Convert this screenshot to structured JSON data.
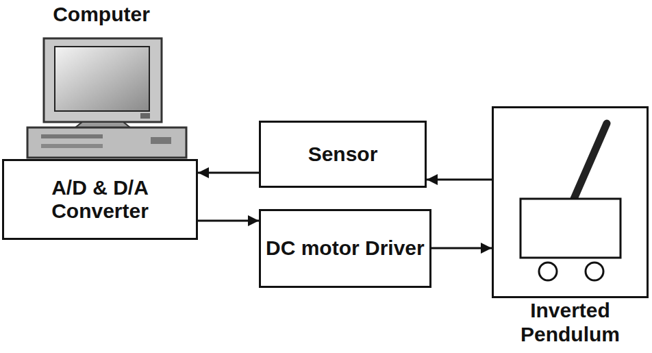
{
  "diagram": {
    "nodes": [
      {
        "text": [
          "A/D & D/A Converter"
        ]
      },
      {
        "text": [
          "Sensor"
        ]
      },
      {
        "text": [
          "DC motor Driver"
        ]
      },
      {
        "text": [
          "Inverted Pendulum"
        ]
      }
    ],
    "edges": [
      {
        "from": 3,
        "to": 1,
        "arrow": "to"
      },
      {
        "from": 1,
        "to": 0,
        "arrow": "to"
      },
      {
        "from": 0,
        "to": 2,
        "arrow": "to"
      },
      {
        "from": 2,
        "to": 3,
        "arrow": "to"
      }
    ],
    "labels": [
      "Computer"
    ]
  }
}
